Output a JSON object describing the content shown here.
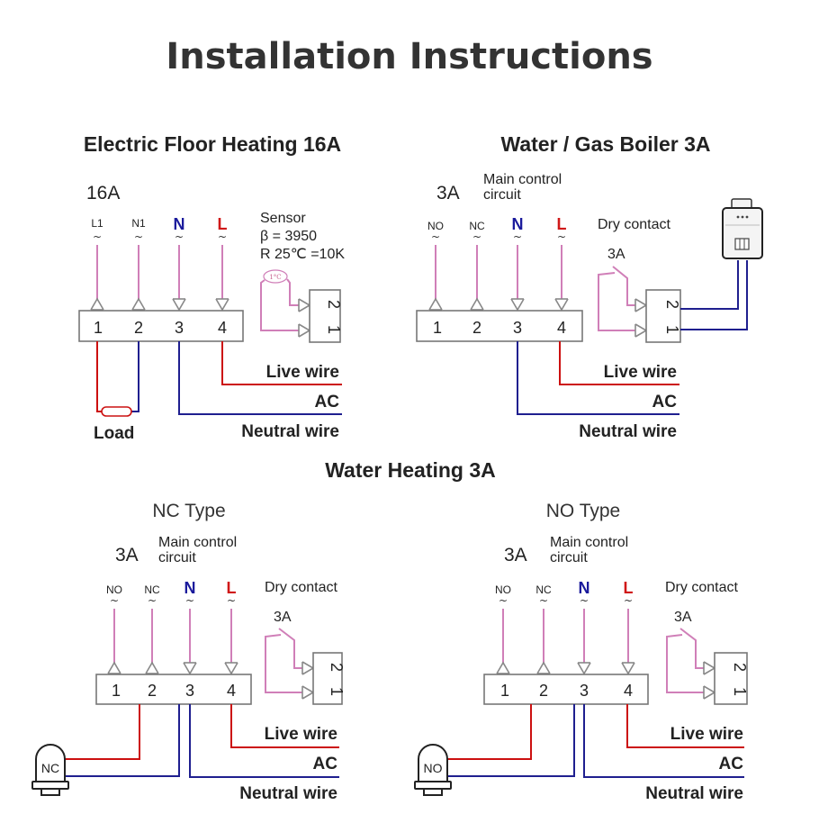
{
  "title": "Installation Instructions",
  "floor": {
    "heading": "Electric Floor Heating 16A",
    "amp": "16A",
    "terminals": [
      "L1",
      "N1",
      "N",
      "L"
    ],
    "numbers": [
      "1",
      "2",
      "3",
      "4"
    ],
    "sensor_lines": [
      "Sensor",
      "β = 3950",
      "R 25℃ =10K"
    ],
    "sensor_badge": "1°C",
    "sensor_pins": [
      "2",
      "1"
    ],
    "live_wire": "Live wire",
    "ac": "AC",
    "neutral_wire": "Neutral wire",
    "load": "Load"
  },
  "boiler": {
    "heading": "Water / Gas Boiler 3A",
    "amp": "3A",
    "circuit_line1": "Main control",
    "circuit_line2": "circuit",
    "terminals": [
      "NO",
      "NC",
      "N",
      "L"
    ],
    "numbers": [
      "1",
      "2",
      "3",
      "4"
    ],
    "dry_contact": "Dry contact",
    "dry_amp": "3A",
    "pins": [
      "2",
      "1"
    ],
    "live_wire": "Live wire",
    "ac": "AC",
    "neutral_wire": "Neutral wire"
  },
  "water_heading": "Water Heating 3A",
  "nc": {
    "heading": "NC Type",
    "amp": "3A",
    "circuit_line1": "Main control",
    "circuit_line2": "circuit",
    "terminals": [
      "NO",
      "NC",
      "N",
      "L"
    ],
    "numbers": [
      "1",
      "2",
      "3",
      "4"
    ],
    "dry_contact": "Dry contact",
    "dry_amp": "3A",
    "pins": [
      "2",
      "1"
    ],
    "live_wire": "Live wire",
    "ac": "AC",
    "neutral_wire": "Neutral wire",
    "lamp": "NC"
  },
  "no": {
    "heading": "NO Type",
    "amp": "3A",
    "circuit_line1": "Main control",
    "circuit_line2": "circuit",
    "terminals": [
      "NO",
      "NC",
      "N",
      "L"
    ],
    "numbers": [
      "1",
      "2",
      "3",
      "4"
    ],
    "dry_contact": "Dry contact",
    "dry_amp": "3A",
    "pins": [
      "2",
      "1"
    ],
    "live_wire": "Live wire",
    "ac": "AC",
    "neutral_wire": "Neutral wire",
    "lamp": "NO"
  },
  "tilde": "~",
  "colors": {
    "pink": "#d07fb8",
    "blue": "#1f1f8f",
    "red": "#cc1010",
    "title": "#333333"
  }
}
